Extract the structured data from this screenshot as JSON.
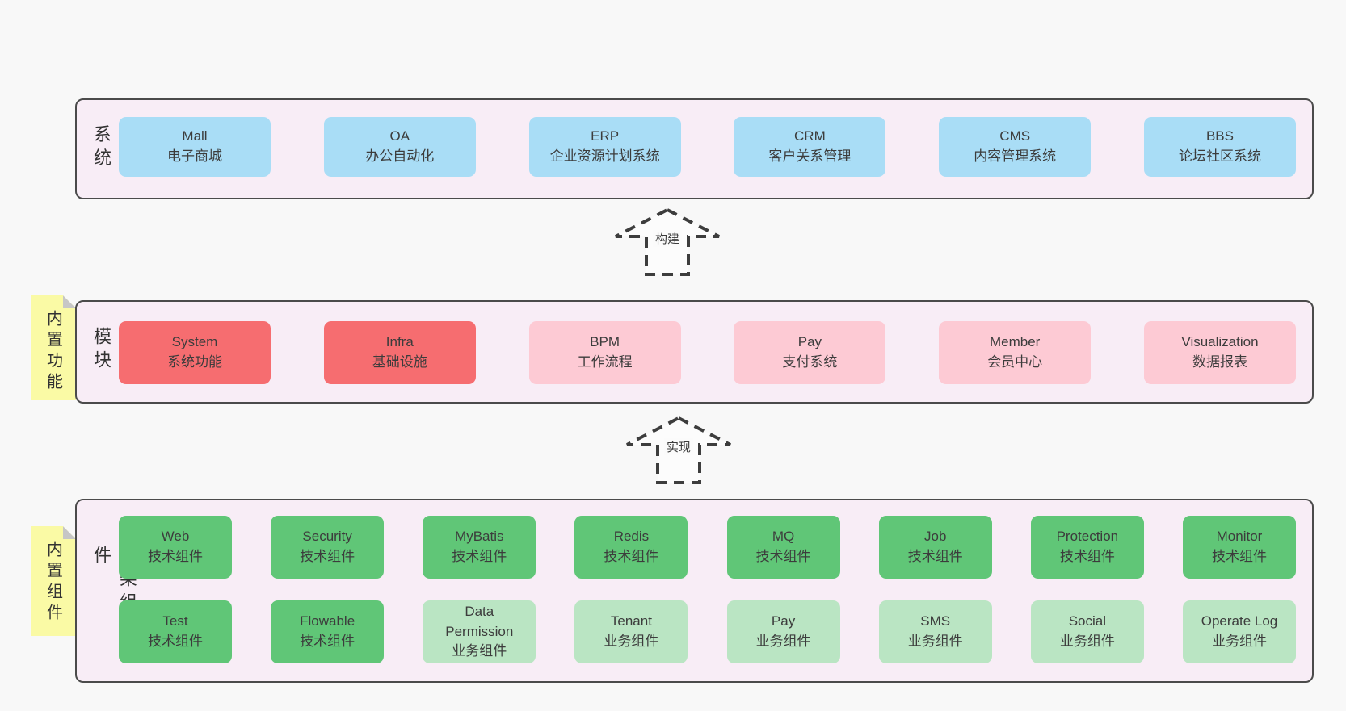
{
  "colors": {
    "page_bg": "#f8f8f8",
    "layer_bg": "#f8edf6",
    "layer_border": "#4b4b4b",
    "blue": "#a9ddf6",
    "red": "#f66d70",
    "pink": "#fdcad4",
    "green": "#60c677",
    "light_green": "#bae5c3",
    "note_yellow": "#fafaa5",
    "note_fold": "#c6c6c6",
    "text": "#3c3c3c"
  },
  "arrows": [
    {
      "label": "构建"
    },
    {
      "label": "实现"
    }
  ],
  "layers": [
    {
      "label": "业务系统",
      "note": null,
      "rows": [
        [
          {
            "en": "Mall",
            "zh": "电子商城",
            "type": "blue"
          },
          {
            "en": "OA",
            "zh": "办公自动化",
            "type": "blue"
          },
          {
            "en": "ERP",
            "zh": "企业资源计划系统",
            "type": "blue"
          },
          {
            "en": "CRM",
            "zh": "客户关系管理",
            "type": "blue"
          },
          {
            "en": "CMS",
            "zh": "内容管理系统",
            "type": "blue"
          },
          {
            "en": "BBS",
            "zh": "论坛社区系统",
            "type": "blue"
          }
        ]
      ]
    },
    {
      "label": "通用模块",
      "note": "内置功能",
      "rows": [
        [
          {
            "en": "System",
            "zh": "系统功能",
            "type": "red"
          },
          {
            "en": "Infra",
            "zh": "基础设施",
            "type": "red"
          },
          {
            "en": "BPM",
            "zh": "工作流程",
            "type": "pink"
          },
          {
            "en": "Pay",
            "zh": "支付系统",
            "type": "pink"
          },
          {
            "en": "Member",
            "zh": "会员中心",
            "type": "pink"
          },
          {
            "en": "Visualization",
            "zh": "数据报表",
            "type": "pink"
          }
        ]
      ]
    },
    {
      "label": "框架组件",
      "note": "内置组件",
      "rows": [
        [
          {
            "en": "Web",
            "zh": "技术组件",
            "type": "green"
          },
          {
            "en": "Security",
            "zh": "技术组件",
            "type": "green"
          },
          {
            "en": "MyBatis",
            "zh": "技术组件",
            "type": "green"
          },
          {
            "en": "Redis",
            "zh": "技术组件",
            "type": "green"
          },
          {
            "en": "MQ",
            "zh": "技术组件",
            "type": "green"
          },
          {
            "en": "Job",
            "zh": "技术组件",
            "type": "green"
          },
          {
            "en": "Protection",
            "zh": "技术组件",
            "type": "green"
          },
          {
            "en": "Monitor",
            "zh": "技术组件",
            "type": "green"
          }
        ],
        [
          {
            "en": "Test",
            "zh": "技术组件",
            "type": "green"
          },
          {
            "en": "Flowable",
            "zh": "技术组件",
            "type": "green"
          },
          {
            "en": "Data Permission",
            "zh": "业务组件",
            "type": "lightgreen"
          },
          {
            "en": "Tenant",
            "zh": "业务组件",
            "type": "lightgreen"
          },
          {
            "en": "Pay",
            "zh": "业务组件",
            "type": "lightgreen"
          },
          {
            "en": "SMS",
            "zh": "业务组件",
            "type": "lightgreen"
          },
          {
            "en": "Social",
            "zh": "业务组件",
            "type": "lightgreen"
          },
          {
            "en": "Operate Log",
            "zh": "业务组件",
            "type": "lightgreen"
          }
        ]
      ]
    }
  ]
}
